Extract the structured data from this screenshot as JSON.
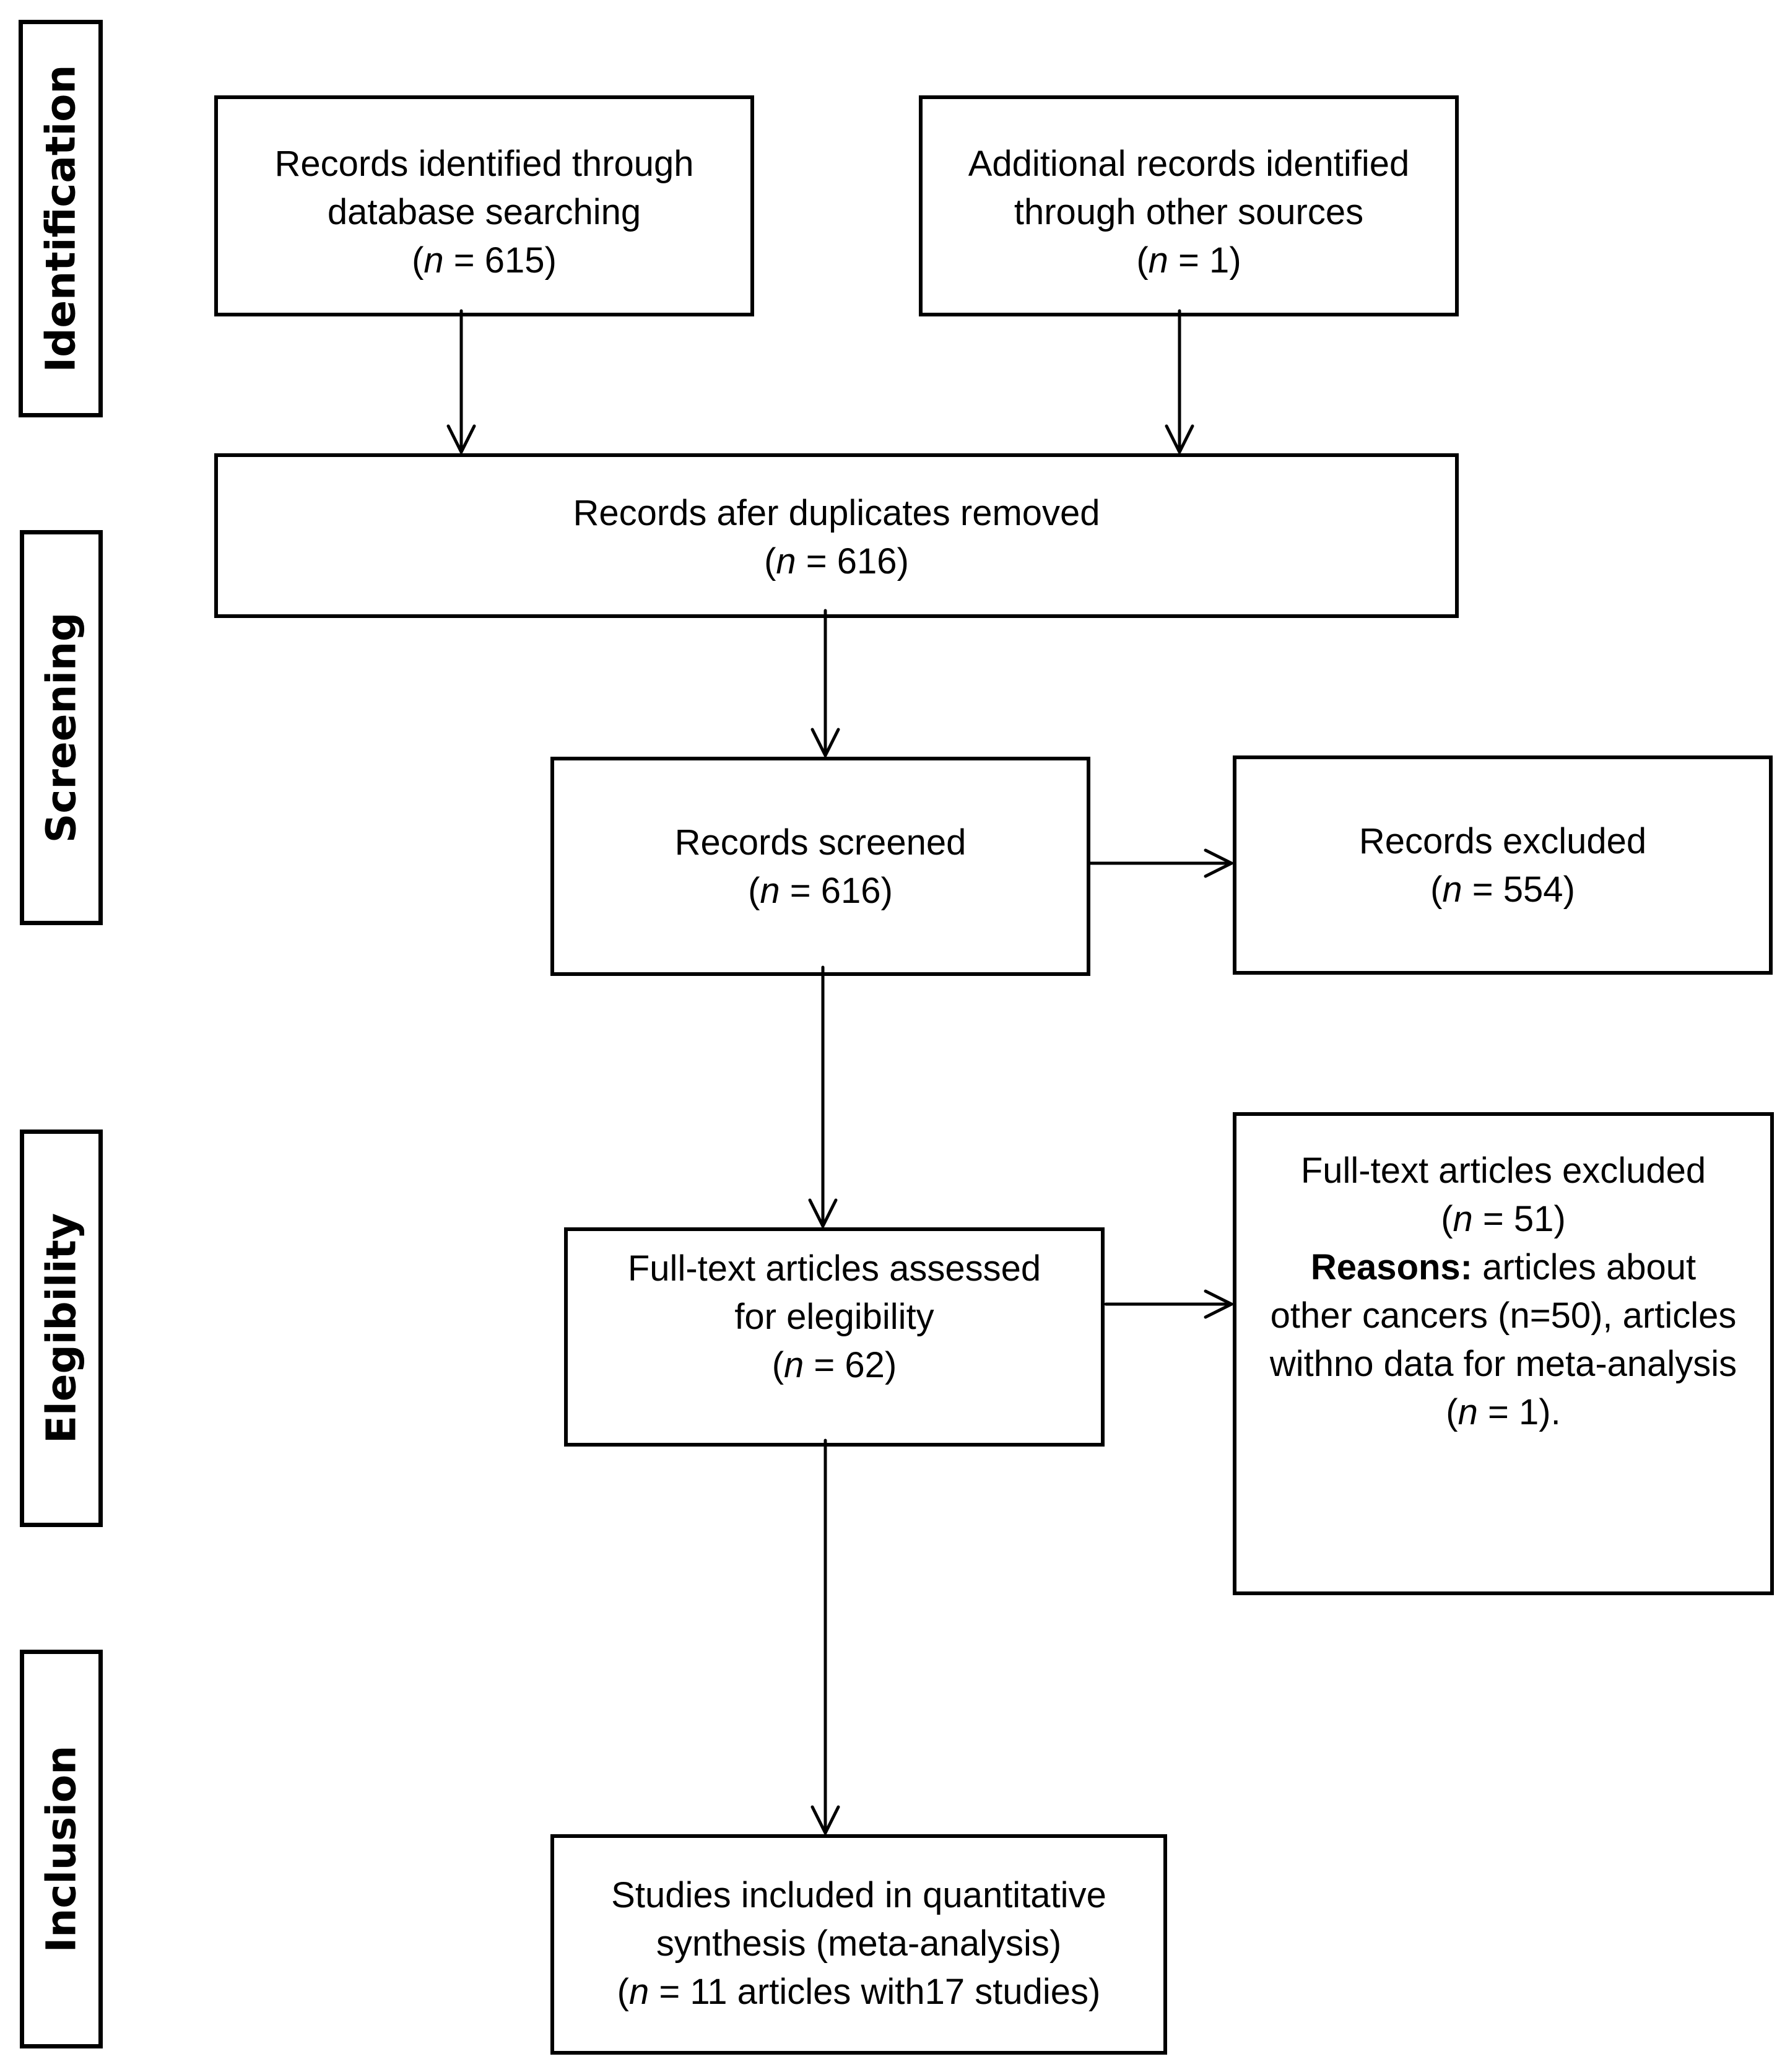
{
  "stages": [
    "Identification",
    "Screening",
    "Elegibility",
    "Inclusion"
  ],
  "boxes": {
    "db_search": {
      "line1": "Records identified through",
      "line2": "database searching",
      "n": "615"
    },
    "other_sources": {
      "line1": "Additional records identified",
      "line2": "through other sources",
      "n": "1"
    },
    "duplicates": {
      "line1": "Records afer duplicates removed",
      "n": "616"
    },
    "screened": {
      "line1": "Records screened",
      "n": "616"
    },
    "excluded": {
      "line1": "Records excluded",
      "n": "554"
    },
    "fulltext": {
      "line1": "Full-text articles assessed",
      "line2": "for elegibility",
      "n": "62"
    },
    "fulltext_excluded": {
      "line1": "Full-text articles excluded",
      "n": "51",
      "reasons_label": "Reasons:",
      "reasons_1": " articles about",
      "reasons_2": "other cancers (n=50), articles",
      "reasons_3": "withno data for meta-analysis",
      "n2": "1"
    },
    "included": {
      "line1": "Studies included in quantitative",
      "line2": "synthesis (meta-analysis)",
      "n_text": " = 11 articles with17 studies)"
    }
  }
}
